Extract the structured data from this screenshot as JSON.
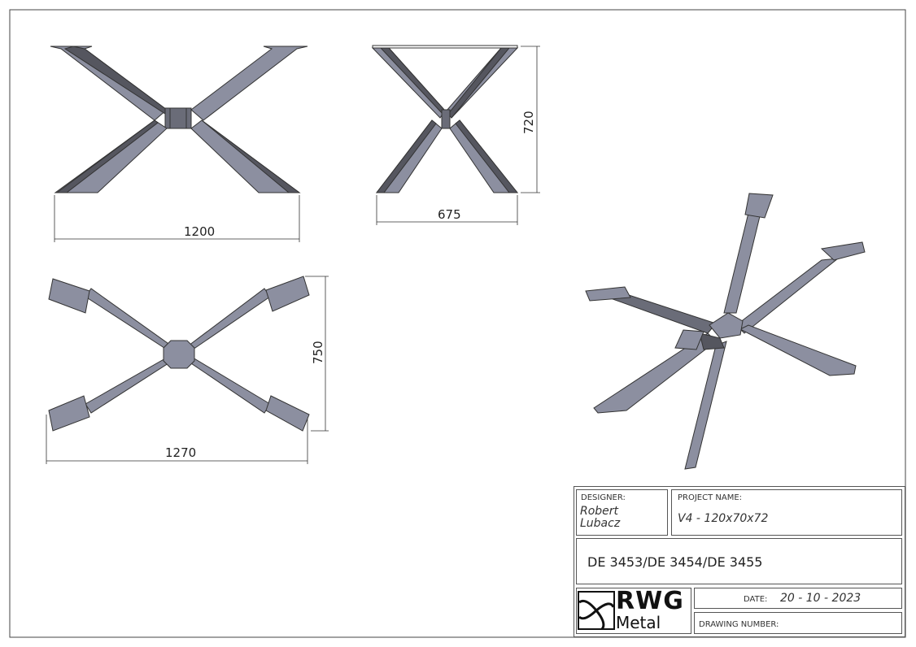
{
  "dimensions": {
    "front_width": "1200",
    "side_width": "675",
    "side_height": "720",
    "top_width": "1270",
    "top_depth": "750"
  },
  "title_block": {
    "designer_label": "DESIGNER:",
    "designer_name_line1": "Robert",
    "designer_name_line2": "Lubacz",
    "project_label": "PROJECT NAME:",
    "project_name": "V4 - 120x70x72",
    "part_numbers": "DE 3453/DE 3454/DE 3455",
    "logo_text_top": "RWG",
    "logo_text_bottom": "Metal",
    "date_label": "DATE:",
    "date_value": "20 - 10 - 2023",
    "drawing_number_label": "DRAWING NUMBER:"
  },
  "colors": {
    "steel": "#8c8fa0",
    "steel_dark": "#55565f",
    "line": "#333333"
  }
}
